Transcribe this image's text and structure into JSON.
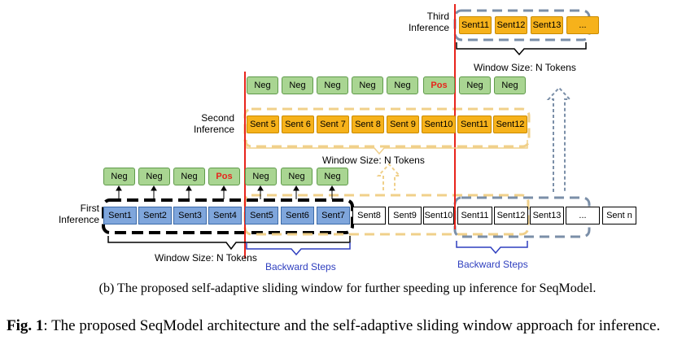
{
  "labels": {
    "first_inference": [
      "First",
      "Inference"
    ],
    "second_inference": [
      "Second",
      "Inference"
    ],
    "third_inference": [
      "Third",
      "Inference"
    ],
    "window_first": "Window Size: N Tokens",
    "window_second": "Window Size: N Tokens",
    "window_third": "Window Size: N Tokens",
    "backward_1": "Backward Steps",
    "backward_2": "Backward Steps"
  },
  "bottom_row": [
    "Sent1",
    "Sent2",
    "Sent3",
    "Sent4",
    "Sent5",
    "Sent6",
    "Sent7",
    "Sent8",
    "Sent9",
    "Sent10",
    "Sent11",
    "Sent12",
    "Sent13",
    "...",
    "Sent n"
  ],
  "first_tags": [
    "Neg",
    "Neg",
    "Neg",
    "Pos",
    "Neg",
    "Neg",
    "Neg"
  ],
  "second_row": [
    "Sent 5",
    "Sent 6",
    "Sent 7",
    "Sent 8",
    "Sent 9",
    "Sent10",
    "Sent11",
    "Sent12"
  ],
  "second_tags": [
    "Neg",
    "Neg",
    "Neg",
    "Neg",
    "Neg",
    "Pos",
    "Neg",
    "Neg"
  ],
  "third_row": [
    "Sent11",
    "Sent12",
    "Sent13",
    "..."
  ],
  "caption_b": "(b) The proposed self-adaptive sliding window for further speeding up inference for SeqModel.",
  "caption_fig_label": "Fig. 1",
  "caption_fig_text": ": The proposed SeqModel architecture and the self-adaptive sliding window approach for inference.",
  "colors": {
    "blue_box": "#7fa6dc",
    "orange_box": "#f6b21b",
    "green_tag": "#a9d592",
    "pos_text": "#e8241c",
    "divider_red": "#e8241c",
    "dashed_black": "#000000",
    "dashed_orange": "#f0d08a",
    "dashed_bluegray": "#7b8fa8",
    "brace_blue": "#2f3fbf"
  }
}
